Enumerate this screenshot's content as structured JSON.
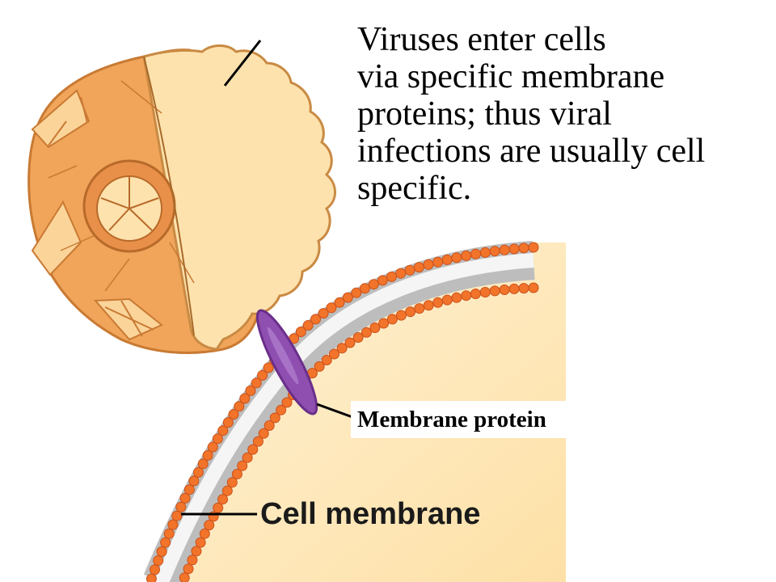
{
  "caption": {
    "lines": [
      "Viruses enter cells",
      "via specific membrane",
      "proteins; thus viral",
      "infections are usually cell",
      "specific."
    ]
  },
  "labels": {
    "membrane_protein": "Membrane protein",
    "cell_membrane": "Cell membrane"
  },
  "colors": {
    "virus_shell": "#f0a55a",
    "virus_half": "#fde2ad",
    "cell_interior": "#fde6b5",
    "lipid_head": "#f2742a",
    "protein": "#8e4fb1"
  }
}
